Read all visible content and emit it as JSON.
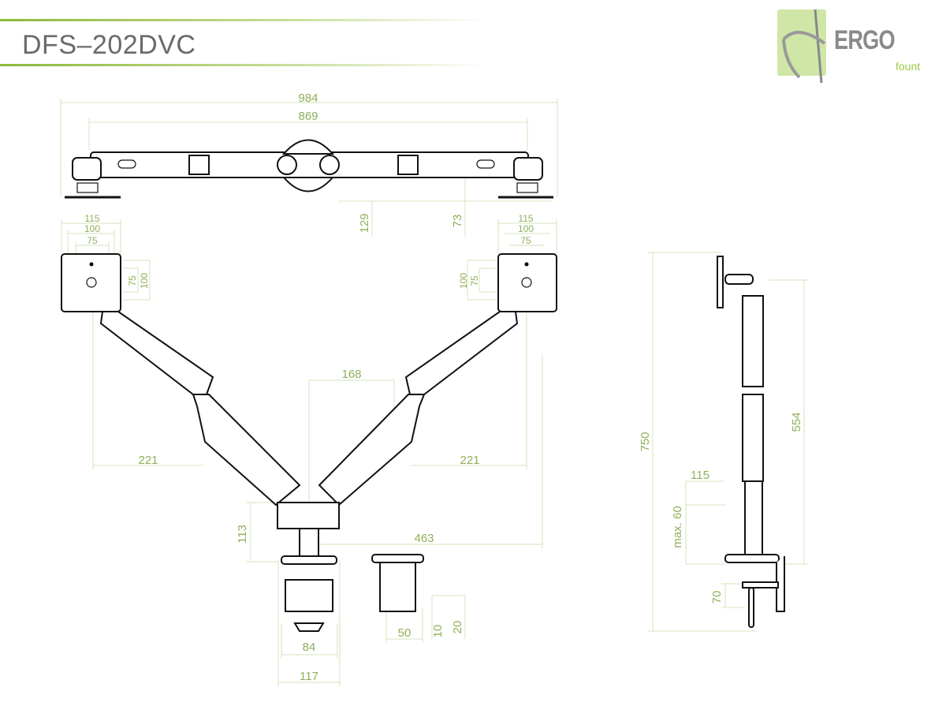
{
  "header": {
    "title": "DFS–202DVC"
  },
  "logo": {
    "brand": "ERGO",
    "sub": "fount"
  },
  "colors": {
    "accent": "#8db83a",
    "dimension": "#8fb05a",
    "drawing": "#111111"
  },
  "dimensions": {
    "top_total": "984",
    "top_arm": "869",
    "top_depth_129": "129",
    "top_depth_73": "73",
    "vesa_l_115": "115",
    "vesa_l_100": "100",
    "vesa_l_75": "75",
    "vesa_l_v75": "75",
    "vesa_l_v100": "100",
    "vesa_r_115": "115",
    "vesa_r_100": "100",
    "vesa_r_75": "75",
    "vesa_r_v100": "100",
    "vesa_r_v75": "75",
    "center_168": "168",
    "reach_left": "221",
    "reach_right": "221",
    "reach_463": "463",
    "hub_113": "113",
    "clamp_84": "84",
    "clamp_117": "117",
    "grommet_50": "50",
    "grommet_10": "10",
    "grommet_20": "20",
    "side_750": "750",
    "side_554": "554",
    "side_115": "115",
    "side_max60": "max. 60",
    "side_70": "70"
  }
}
